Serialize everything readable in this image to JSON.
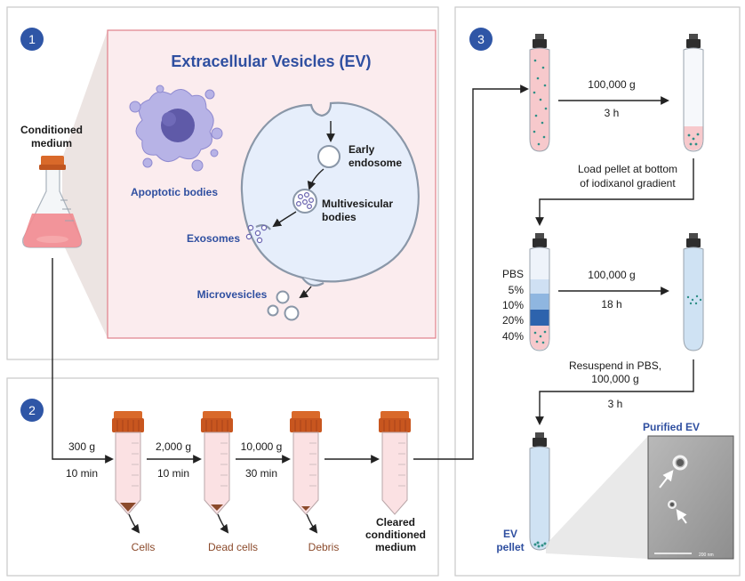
{
  "colors": {
    "panel_border": "#c9c9c9",
    "ev_box_border": "#e0808a",
    "ev_box_fill": "#fbecee",
    "badge": "#2f56a6",
    "label_blue": "#2f4fa0",
    "label_brown": "#8b4a2b",
    "tube_cap": "#d9692a",
    "gradient_5": "#cfe0f3",
    "gradient_10": "#8fb6e0",
    "gradient_20": "#5d91cf",
    "gradient_40": "#2d63ad",
    "pink_medium": "#f7c9cc",
    "light_blue_medium": "#cfe2f3"
  },
  "badges": [
    "1",
    "2",
    "3"
  ],
  "panel1": {
    "flask_label_line1": "Conditioned",
    "flask_label_line2": "medium",
    "title": "Extracellular Vesicles (EV)",
    "apoptotic": "Apoptotic bodies",
    "early_line1": "Early",
    "early_line2": "endosome",
    "mvb_line1": "Multivesicular",
    "mvb_line2": "bodies",
    "exosomes": "Exosomes",
    "microvesicles": "Microvesicles"
  },
  "panel2": {
    "steps": [
      {
        "speed": "300 g",
        "time": "10 min",
        "product": "Cells"
      },
      {
        "speed": "2,000 g",
        "time": "10 min",
        "product": "Dead cells"
      },
      {
        "speed": "10,000 g",
        "time": "30 min",
        "product": "Debris"
      }
    ],
    "cleared_line1": "Cleared",
    "cleared_line2": "conditioned",
    "cleared_line3": "medium"
  },
  "panel3": {
    "spin1_speed": "100,000 g",
    "spin1_time": "3 h",
    "load_line1": "Load pellet at bottom",
    "load_line2": "of iodixanol gradient",
    "layers": [
      "PBS",
      "5%",
      "10%",
      "20%",
      "40%"
    ],
    "spin2_speed": "100,000 g",
    "spin2_time": "18 h",
    "resuspend_line1": "Resuspend in PBS,",
    "resuspend_line2": "100,000 g",
    "spin3_time": "3 h",
    "purified": "Purified EV",
    "ev_line1": "EV",
    "ev_line2": "pellet",
    "scale": "200 nm"
  }
}
